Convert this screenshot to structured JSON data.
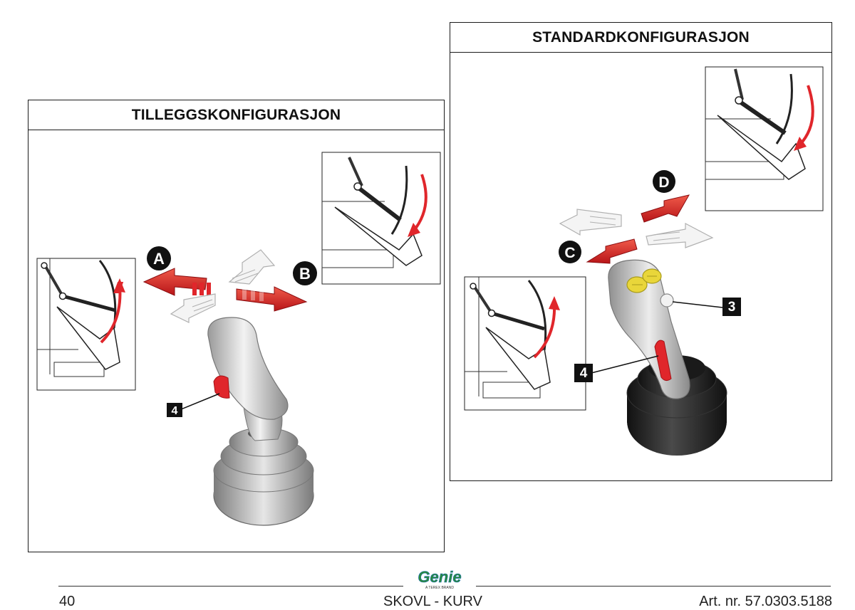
{
  "left_panel": {
    "title": "TILLEGGSKONFIGURASJON",
    "label_a": "A",
    "label_b": "B",
    "callout_4": "4"
  },
  "right_panel": {
    "title": "STANDARDKONFIGURASJON",
    "label_c": "C",
    "label_d": "D",
    "callout_3": "3",
    "callout_4": "4"
  },
  "footer": {
    "page_number": "40",
    "center_text": "SKOVL - KURV",
    "part_number": "Art. nr. 57.0303.5188",
    "logo_text": "Genie",
    "logo_tagline": "A TEREX BRAND"
  },
  "colors": {
    "accent_red": "#e0262b",
    "logo_green": "#2a8a3c",
    "logo_blue": "#1d6fb8",
    "button_yellow": "#e9d63a"
  }
}
